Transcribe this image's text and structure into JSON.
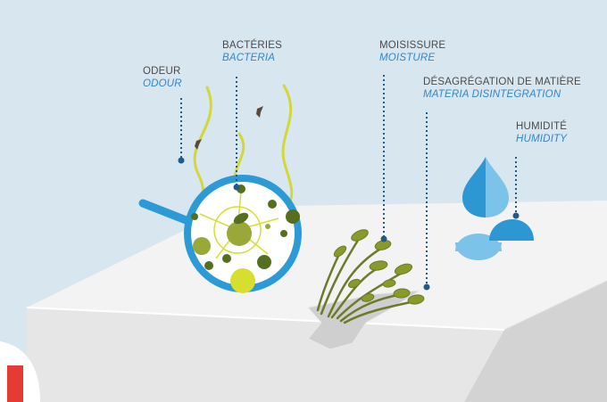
{
  "labels": {
    "odour": {
      "fr": "ODEUR",
      "en": "ODOUR"
    },
    "bacteria": {
      "fr": "BACTÉRIES",
      "en": "BACTERIA"
    },
    "moisture": {
      "fr": "MOISISSURE",
      "en": "MOISTURE"
    },
    "disintegration": {
      "fr": "DÉSAGRÉGATION DE MATIÈRE",
      "en": "MATERIA DISINTEGRATION"
    },
    "humidity": {
      "fr": "HUMIDITÉ",
      "en": "HUMIDITY"
    }
  },
  "colors": {
    "background": "#d8e6ef",
    "slab_top": "#f2f2f2",
    "slab_front": "#e4e4e4",
    "slab_side": "#cfcfcf",
    "magnifier": "#2c9ad6",
    "odour_lines": "#d4d63a",
    "bacteria_green": "#8a9a2a",
    "bacteria_olive": "#9aa83a",
    "bacteria_dark": "#566f1f",
    "bacteria_yellow": "#d6df2e",
    "mould_stem": "#6c7b2b",
    "drop_light": "#7cc3ea",
    "drop_dark": "#2d97d3",
    "connector": "#1e5a8a",
    "corner_badge": "#e63a35"
  },
  "icons": [
    "magnifier-icon",
    "water-drop-icon",
    "mould-icon",
    "fly-icon",
    "bacteria-icon"
  ]
}
